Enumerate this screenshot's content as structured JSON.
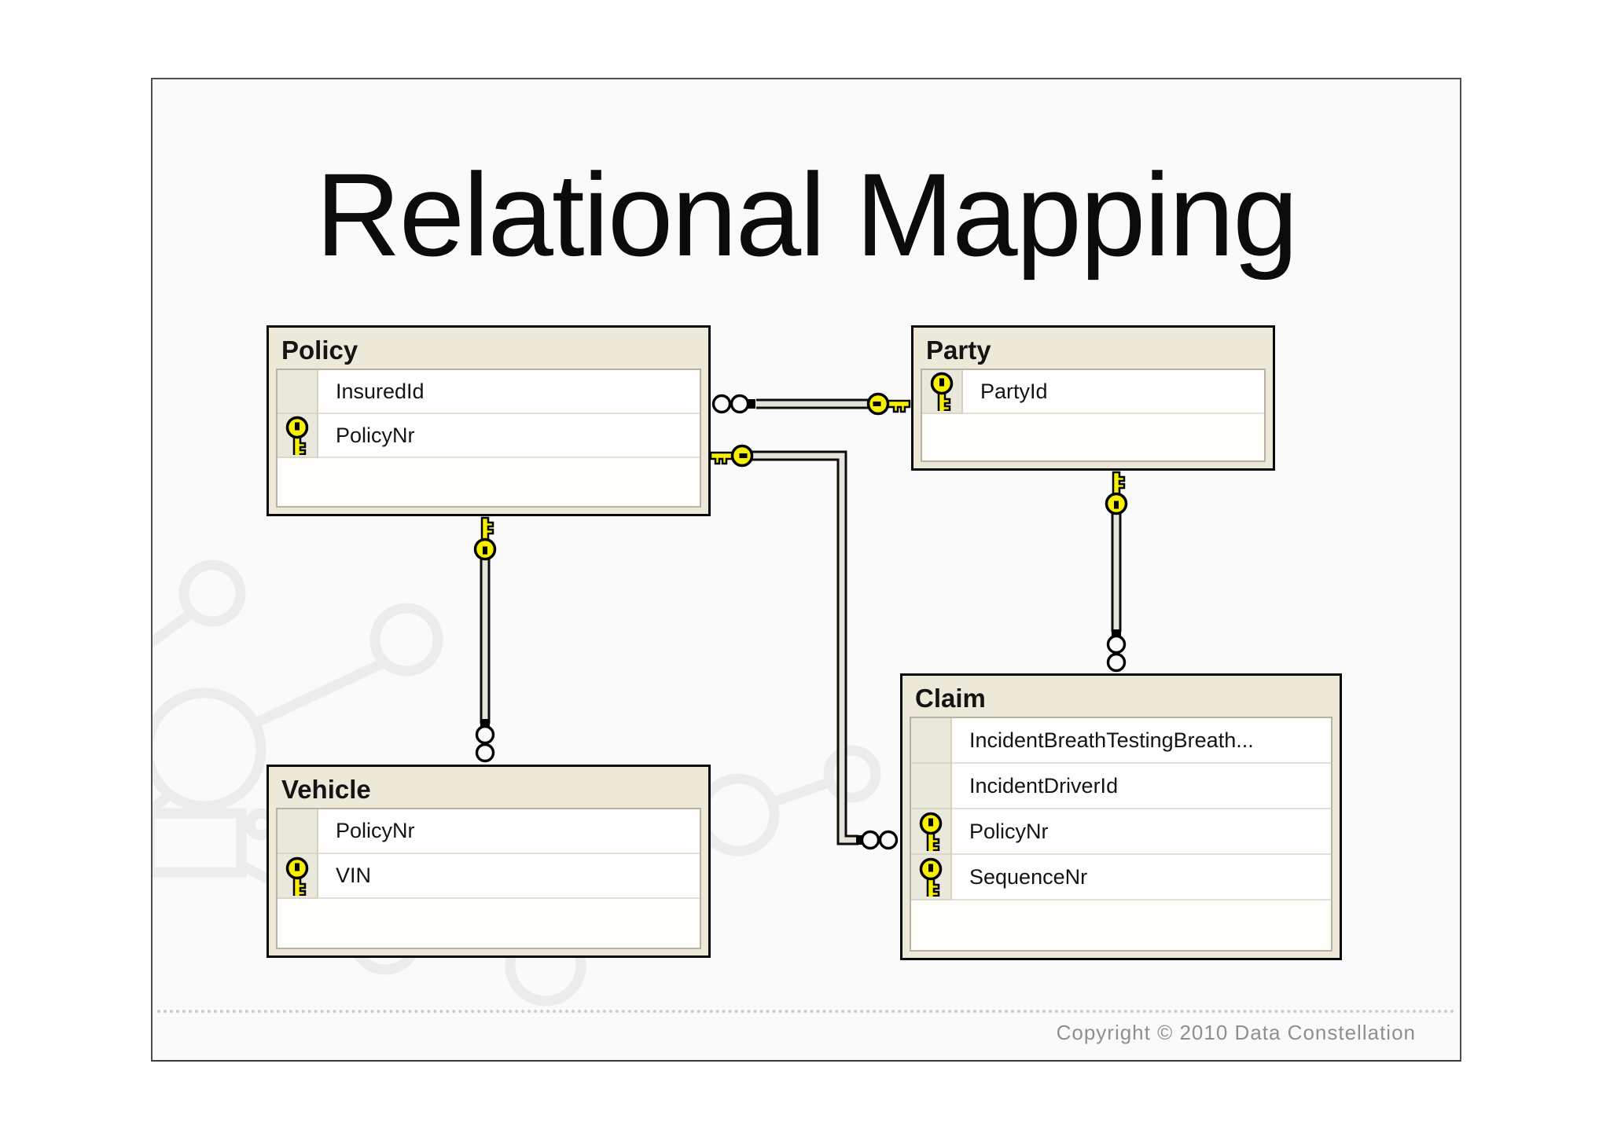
{
  "slide": {
    "title": "Relational Mapping",
    "footer_copyright": "Copyright © 2010 Data Constellation"
  },
  "tables": {
    "policy": {
      "title": "Policy",
      "rows": [
        {
          "name": "InsuredId",
          "is_key": false
        },
        {
          "name": "PolicyNr",
          "is_key": true
        }
      ]
    },
    "party": {
      "title": "Party",
      "rows": [
        {
          "name": "PartyId",
          "is_key": true
        }
      ]
    },
    "vehicle": {
      "title": "Vehicle",
      "rows": [
        {
          "name": "PolicyNr",
          "is_key": false
        },
        {
          "name": "VIN",
          "is_key": true
        }
      ]
    },
    "claim": {
      "title": "Claim",
      "rows": [
        {
          "name": "IncidentBreathTestingBreath...",
          "is_key": false
        },
        {
          "name": "IncidentDriverId",
          "is_key": false
        },
        {
          "name": "PolicyNr",
          "is_key": true
        },
        {
          "name": "SequenceNr",
          "is_key": true
        }
      ]
    }
  },
  "relationships": [
    {
      "one_side": "Party.PartyId",
      "many_side": "Policy.InsuredId",
      "one_symbol": "key",
      "many_symbol": "infinity"
    },
    {
      "one_side": "Policy.PolicyNr",
      "many_side": "Vehicle.PolicyNr",
      "one_symbol": "key",
      "many_symbol": "infinity"
    },
    {
      "one_side": "Policy.PolicyNr",
      "many_side": "Claim.PolicyNr",
      "one_symbol": "key",
      "many_symbol": "infinity"
    },
    {
      "one_side": "Party.PartyId",
      "many_side": "Claim",
      "one_symbol": "key",
      "many_symbol": "infinity"
    }
  ],
  "colors": {
    "table_header_bg": "#ece9d9",
    "table_border": "#090909",
    "key_yellow": "#f7ef00",
    "slide_bg": "#fbfafa",
    "watermark": "#ececec",
    "connector_fill": "#e6e3da",
    "copyright_text": "#8f8f8f"
  }
}
